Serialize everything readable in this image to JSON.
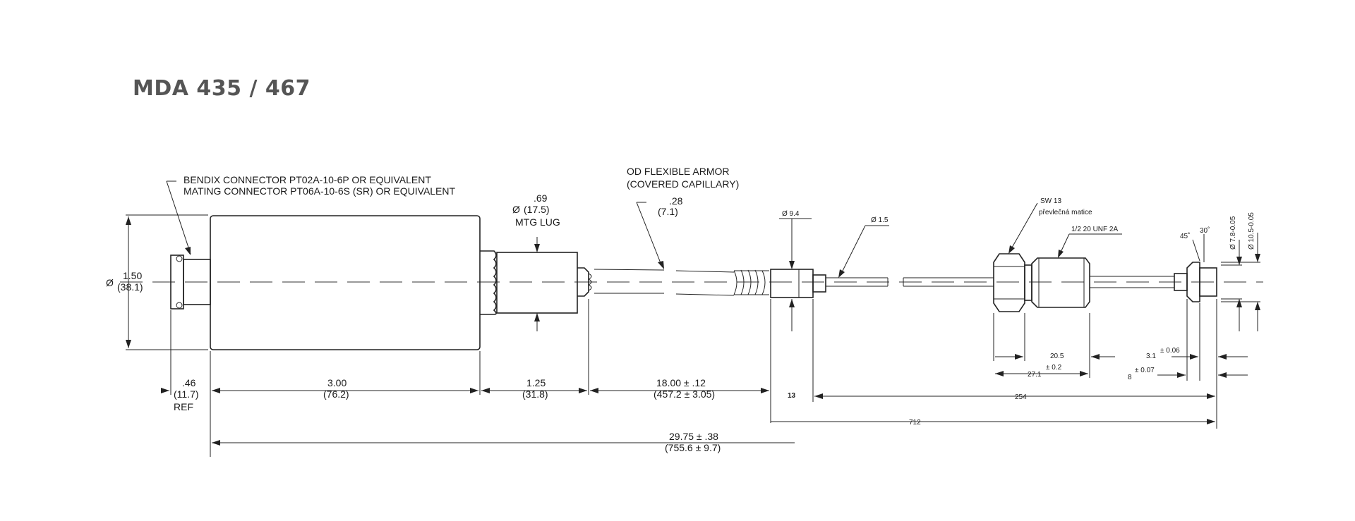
{
  "title": "MDA 435 / 467",
  "notes": {
    "connector_line1": "BENDIX CONNECTOR  PT02A-10-6P OR EQUIVALENT",
    "connector_line2": "MATING CONNECTOR  PT06A-10-6S (SR) OR EQUIVALENT",
    "armor_line1": "OD FLEXIBLE ARMOR",
    "armor_line2": "(COVERED CAPILLARY)"
  },
  "dimensions": {
    "body_diameter": {
      "symbol": "Ø",
      "in": "1.50",
      "mm": "(38.1)"
    },
    "lug_diameter": {
      "symbol": "Ø",
      "in": ".69",
      "mm": "(17.5)",
      "label": "MTG LUG"
    },
    "armor_od": {
      "in": ".28",
      "mm": "(7.1)"
    },
    "ferrule_diameter": "Ø 9.4",
    "capillary_diameter": "Ø 1.5",
    "nut": {
      "size": "SW 13",
      "label": "převlečná matice"
    },
    "thread": "1/2 20 UNF 2A",
    "angle_45": "45˚",
    "angle_30": "30˚",
    "tip_dia_small": "Ø 7.8-0.05",
    "tip_dia_large": "Ø 10.5-0.05",
    "connector_ref": {
      "in": ".46",
      "mm": "(11.7)",
      "note": "REF"
    },
    "body_length": {
      "in": "3.00",
      "mm": "(76.2)"
    },
    "lug_length": {
      "in": "1.25",
      "mm": "(31.8)"
    },
    "armor_length": {
      "in": "18.00 ± .12",
      "mm": "(457.2 ± 3.05)"
    },
    "overall_length": {
      "in": "29.75 ± .38",
      "mm": "(755.6 ± 9.7)"
    },
    "ferrule_13": "13",
    "len_254": "254",
    "len_712": "712",
    "len_20_5": "20.5",
    "len_27_1": "27.1",
    "tol_02": "± 0.2",
    "len_3_1": "3.1",
    "tol_006": "± 0.06",
    "len_8": "8",
    "tol_007": "± 0.07"
  }
}
